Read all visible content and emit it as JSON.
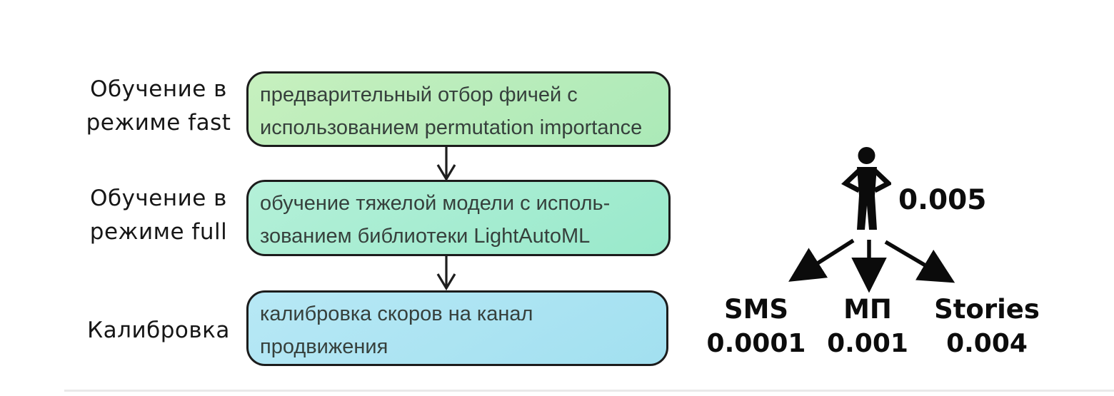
{
  "diagram": {
    "stages": [
      {
        "label_lines": [
          "Обучение в",
          "режиме fast"
        ],
        "box_lines": [
          "предварительный отбор фичей с",
          "использованием permutation importance"
        ],
        "box_gradient": [
          "#c7f0be",
          "#abe9b8"
        ]
      },
      {
        "label_lines": [
          "Обучение в",
          "режиме full"
        ],
        "box_lines": [
          "обучение тяжелой модели  с исполь-",
          "зованием библиотеки LightAutoML"
        ],
        "box_gradient": [
          "#b4f0d8",
          "#99e9cb"
        ]
      },
      {
        "label_lines": [
          "Калибровка"
        ],
        "box_lines": [
          "калибровка скоров на канал",
          "продвижения"
        ],
        "box_gradient": [
          "#b7e8f5",
          "#a2e0f0"
        ]
      }
    ],
    "box_border_color": "#1c1c1c",
    "arrow_color": "#1e1e1e",
    "score_tree": {
      "root_value": "0.005",
      "channels": [
        {
          "name": "SMS",
          "value": "0.0001"
        },
        {
          "name": "МП",
          "value": "0.001"
        },
        {
          "name": "Stories",
          "value": "0.004"
        }
      ]
    }
  }
}
